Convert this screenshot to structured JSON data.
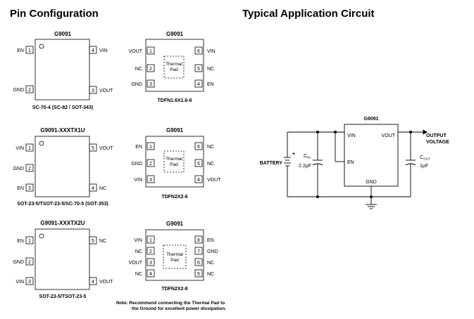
{
  "headings": {
    "pin_config": "Pin Configuration",
    "app_circuit": "Typical Application Circuit"
  },
  "thermal_pad": [
    "Thermal",
    "Pad"
  ],
  "note": {
    "line1": "Note: Recommend connecting the Thermal Pad  to",
    "line2": "the Ground for excellent power dissipation."
  },
  "packages": {
    "sc70_4": {
      "part": "G9091",
      "label": "SC-70-4 (SC-82 / SOT-343)",
      "pins": [
        {
          "num": "1",
          "name": "EN"
        },
        {
          "num": "2",
          "name": "GND"
        },
        {
          "num": "3",
          "name": "VOUT"
        },
        {
          "num": "4",
          "name": "VIN"
        }
      ]
    },
    "tdfn16": {
      "part": "G9091",
      "label": "TDFN1.6X1.6-6",
      "pins": [
        {
          "num": "1",
          "name": "VOUT"
        },
        {
          "num": "2",
          "name": "NC"
        },
        {
          "num": "3",
          "name": "GND"
        },
        {
          "num": "4",
          "name": "EN"
        },
        {
          "num": "5",
          "name": "NC"
        },
        {
          "num": "6",
          "name": "VIN"
        }
      ]
    },
    "sot23_x1": {
      "part": "G9091-XXXTX1U",
      "label": "SOT-23-5/TSOT-23-5/SC-70-5 (SOT-353)",
      "pins": [
        {
          "num": "1",
          "name": "VIN"
        },
        {
          "num": "2",
          "name": "GND"
        },
        {
          "num": "3",
          "name": "EN"
        },
        {
          "num": "4",
          "name": "NC"
        },
        {
          "num": "5",
          "name": "VOUT"
        }
      ]
    },
    "tdfn2x2_6": {
      "part": "G9091",
      "label": "TDFN2X2-6",
      "pins": [
        {
          "num": "1",
          "name": "EN"
        },
        {
          "num": "2",
          "name": "GND"
        },
        {
          "num": "3",
          "name": "VIN"
        },
        {
          "num": "4",
          "name": "VOUT"
        },
        {
          "num": "5",
          "name": "NC"
        },
        {
          "num": "6",
          "name": "NC"
        }
      ]
    },
    "sot23_x2": {
      "part": "G9091-XXXTX2U",
      "label": "SOT-23-5/TSOT-23-5",
      "pins": [
        {
          "num": "1",
          "name": "EN"
        },
        {
          "num": "2",
          "name": "GND"
        },
        {
          "num": "3",
          "name": "VIN"
        },
        {
          "num": "4",
          "name": "VOUT"
        },
        {
          "num": "5",
          "name": "NC"
        }
      ]
    },
    "tdfn2x2_8": {
      "part": "G9091",
      "label": "TDFN2X2-8",
      "pins": [
        {
          "num": "1",
          "name": "VIN"
        },
        {
          "num": "2",
          "name": "NC"
        },
        {
          "num": "3",
          "name": "VOUT"
        },
        {
          "num": "4",
          "name": "NC"
        },
        {
          "num": "5",
          "name": "NC"
        },
        {
          "num": "6",
          "name": "NC"
        },
        {
          "num": "7",
          "name": "GND"
        },
        {
          "num": "8",
          "name": "EN"
        }
      ]
    }
  },
  "circuit": {
    "ic_name": "G9091",
    "vin": "VIN",
    "vout": "VOUT",
    "en": "EN",
    "gnd": "GND",
    "output_label": [
      "OUTPUT",
      "VOLTAGE"
    ],
    "battery": "BATTERY",
    "plus": "+",
    "cin_label": "C",
    "cin_sub": "IN",
    "cin_value": "2.2µF",
    "cout_label": "C",
    "cout_sub": "OUT",
    "cout_value": "1µF"
  }
}
